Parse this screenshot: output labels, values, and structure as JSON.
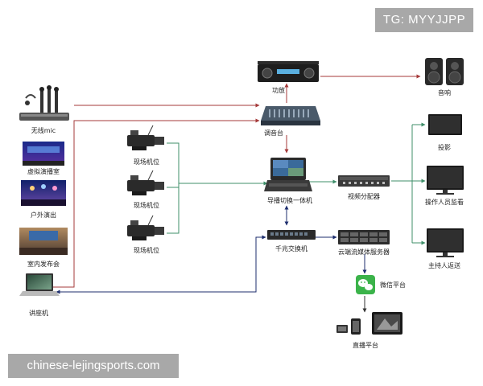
{
  "watermarks": {
    "tg": "TG: MYYJJPP",
    "site": "chinese-lejingsports.com"
  },
  "labels": {
    "wireless_mic": "无线mic",
    "virtual_studio": "虚拟演播室",
    "outdoor_show": "户外演出",
    "indoor_launch": "室内发布会",
    "lecture_pc": "讲座机",
    "camera_1": "现场机位",
    "camera_2": "现场机位",
    "camera_3": "现场机位",
    "amplifier": "功放",
    "speaker": "音响",
    "mixer": "调音台",
    "director": "导播切换一体机",
    "video_splitter": "视频分配器",
    "gigabit_switch": "千兆交换机",
    "cloud_server": "云端流媒体服务器",
    "wechat": "微信平台",
    "live_platform": "直播平台",
    "projection": "投影",
    "operator_monitor": "操作人员监看",
    "host_return": "主持人返送"
  },
  "colors": {
    "line_red": "#a53a3a",
    "line_green": "#3f8f6a",
    "line_navy": "#1e2e6e",
    "wechat_green": "#3bb34a",
    "watermark_bg": "#a8a8a8"
  }
}
